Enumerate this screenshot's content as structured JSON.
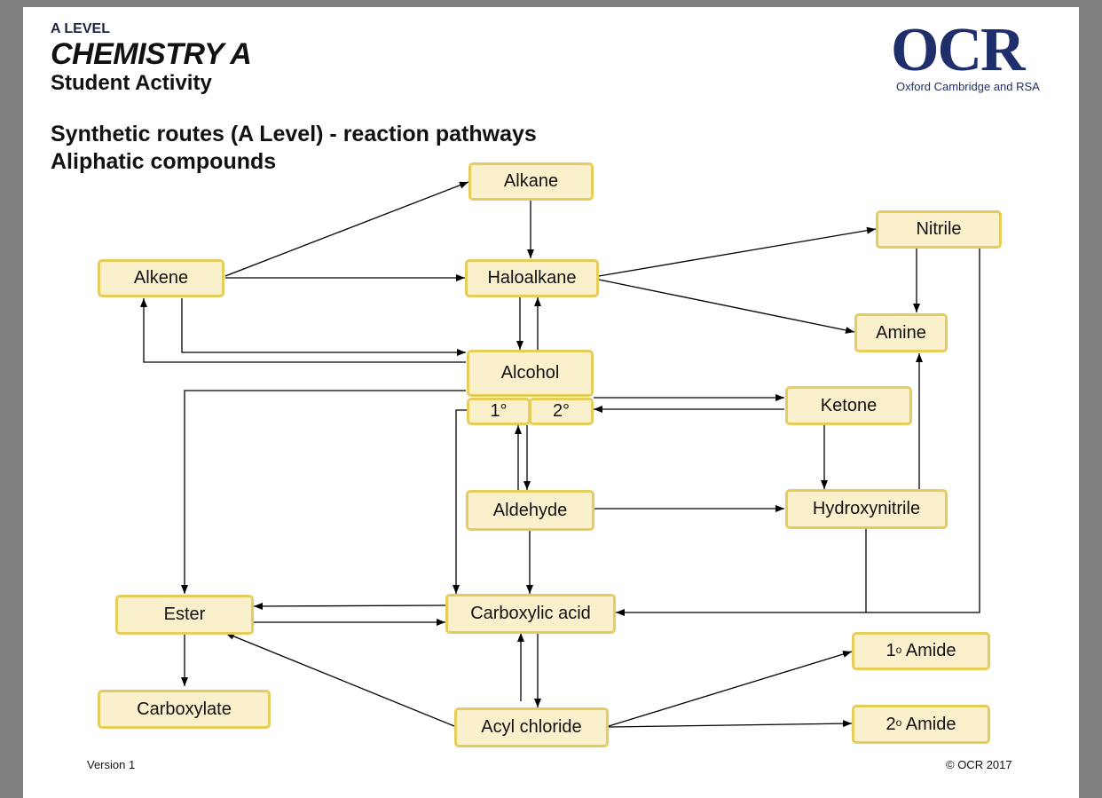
{
  "header": {
    "level": "A LEVEL",
    "course": "CHEMISTRY A",
    "activity": "Student Activity",
    "logo_text": "OCR",
    "logo_subtitle": "Oxford Cambridge and RSA"
  },
  "title": {
    "line1": "Synthetic routes (A Level) - reaction pathways",
    "line2": "Aliphatic compounds"
  },
  "nodes": {
    "alkane": "Alkane",
    "alkene": "Alkene",
    "haloalkane": "Haloalkane",
    "nitrile": "Nitrile",
    "amine": "Amine",
    "alcohol": "Alcohol",
    "primary": "1°",
    "secondary": "2°",
    "ketone": "Ketone",
    "aldehyde": "Aldehyde",
    "hydroxynitrile": "Hydroxynitrile",
    "ester": "Ester",
    "carboxylic_acid": "Carboxylic acid",
    "amide1_prefix": "1",
    "amide2_prefix": "2",
    "amide_sup": "o",
    "amide_word": " Amide",
    "carboxylate": "Carboxylate",
    "acyl_chloride": "Acyl chloride"
  },
  "colors": {
    "box_fill": "#faf0cc",
    "box_border": "#e6cc5a",
    "logo": "#1f2f6b",
    "background": "#808080"
  },
  "footer": {
    "version": "Version 1",
    "copyright": "© OCR 2017"
  }
}
